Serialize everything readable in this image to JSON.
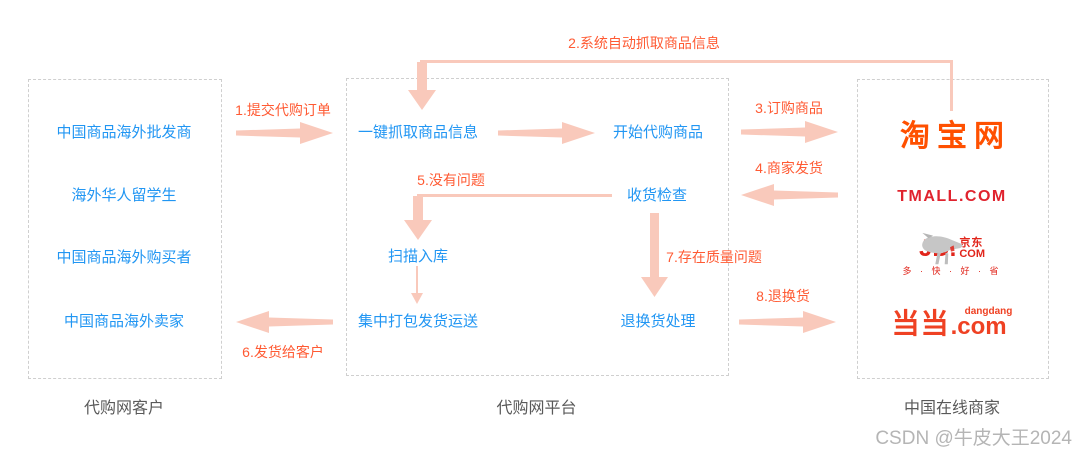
{
  "groups": {
    "customers": {
      "label": "代购网客户",
      "items": [
        "中国商品海外批发商",
        "海外华人留学生",
        "中国商品海外购买者",
        "中国商品海外卖家"
      ]
    },
    "platform": {
      "label": "代购网平台",
      "steps": {
        "grab": "一键抓取商品信息",
        "start": "开始代购商品",
        "inspect": "收货检查",
        "scan": "扫描入库",
        "pack": "集中打包发货运送",
        "returns": "退换货处理"
      }
    },
    "merchants": {
      "label": "中国在线商家",
      "logos": {
        "taobao": "淘宝网",
        "tmall": "TMALL.COM",
        "jd_main": "JD.",
        "jd_cn": "京东",
        "jd_com": "COM",
        "jd_tagline": "多 · 快 · 好 · 省",
        "dangdang_cn": "当当",
        "dangdang_en": "dangdang",
        "dangdang_com": ".com"
      }
    }
  },
  "flows": {
    "f1": "1.提交代购订单",
    "f2": "2.系统自动抓取商品信息",
    "f3": "3.订购商品",
    "f4": "4.商家发货",
    "f5": "5.没有问题",
    "f6": "6.发货给客户",
    "f7": "7.存在质量问题",
    "f8": "8.退换货"
  },
  "watermark": "CSDN @牛皮大王2024",
  "colors": {
    "item_blue": "#2196f3",
    "flow_orange": "#ff5a33",
    "arrow_pink": "#f9c9bb",
    "taobao_orange": "#ff5000",
    "tmall_red": "#e0232e",
    "jd_red": "#e1251b",
    "dangdang_red": "#ef4123",
    "group_label_gray": "#595959",
    "watermark_gray": "#b5b5b5"
  }
}
